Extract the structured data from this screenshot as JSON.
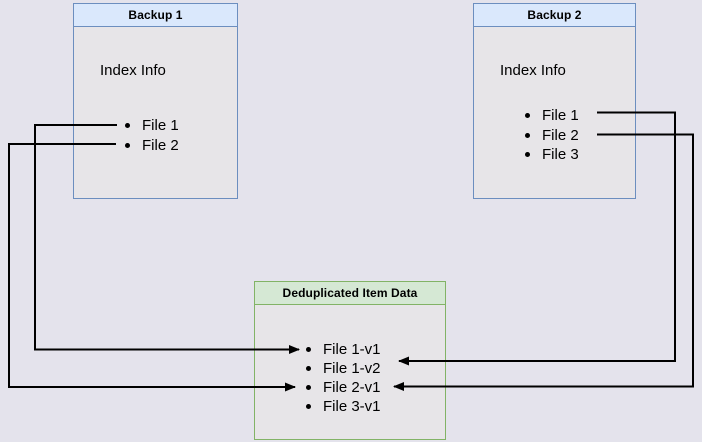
{
  "canvas": {
    "background": "#e4e3ec"
  },
  "backup1": {
    "title": "Backup 1",
    "index_label": "Index Info",
    "files": [
      "File 1",
      "File 2"
    ]
  },
  "backup2": {
    "title": "Backup 2",
    "index_label": "Index Info",
    "files": [
      "File 1",
      "File 2",
      "File 3"
    ]
  },
  "dedup": {
    "title": "Deduplicated Item Data",
    "items": [
      "File 1-v1",
      "File 1-v2",
      "File 2-v1",
      "File 3-v1"
    ]
  },
  "styles": {
    "blue_header_fill": "#dae8fc",
    "blue_border": "#6c8ebf",
    "green_header_fill": "#d5e8d4",
    "green_border": "#82b366",
    "arrow_color": "#000000",
    "text_color": "#000000"
  },
  "arrows": [
    {
      "id": "a1",
      "from": "Backup 1 / File 1",
      "to": "File 1-v1"
    },
    {
      "id": "a2",
      "from": "Backup 1 / File 2",
      "to": "File 2-v1"
    },
    {
      "id": "a3",
      "from": "Backup 2 / File 1",
      "to": "File 1-v2"
    },
    {
      "id": "a4",
      "from": "Backup 2 / File 2",
      "to": "File 2-v1"
    }
  ]
}
